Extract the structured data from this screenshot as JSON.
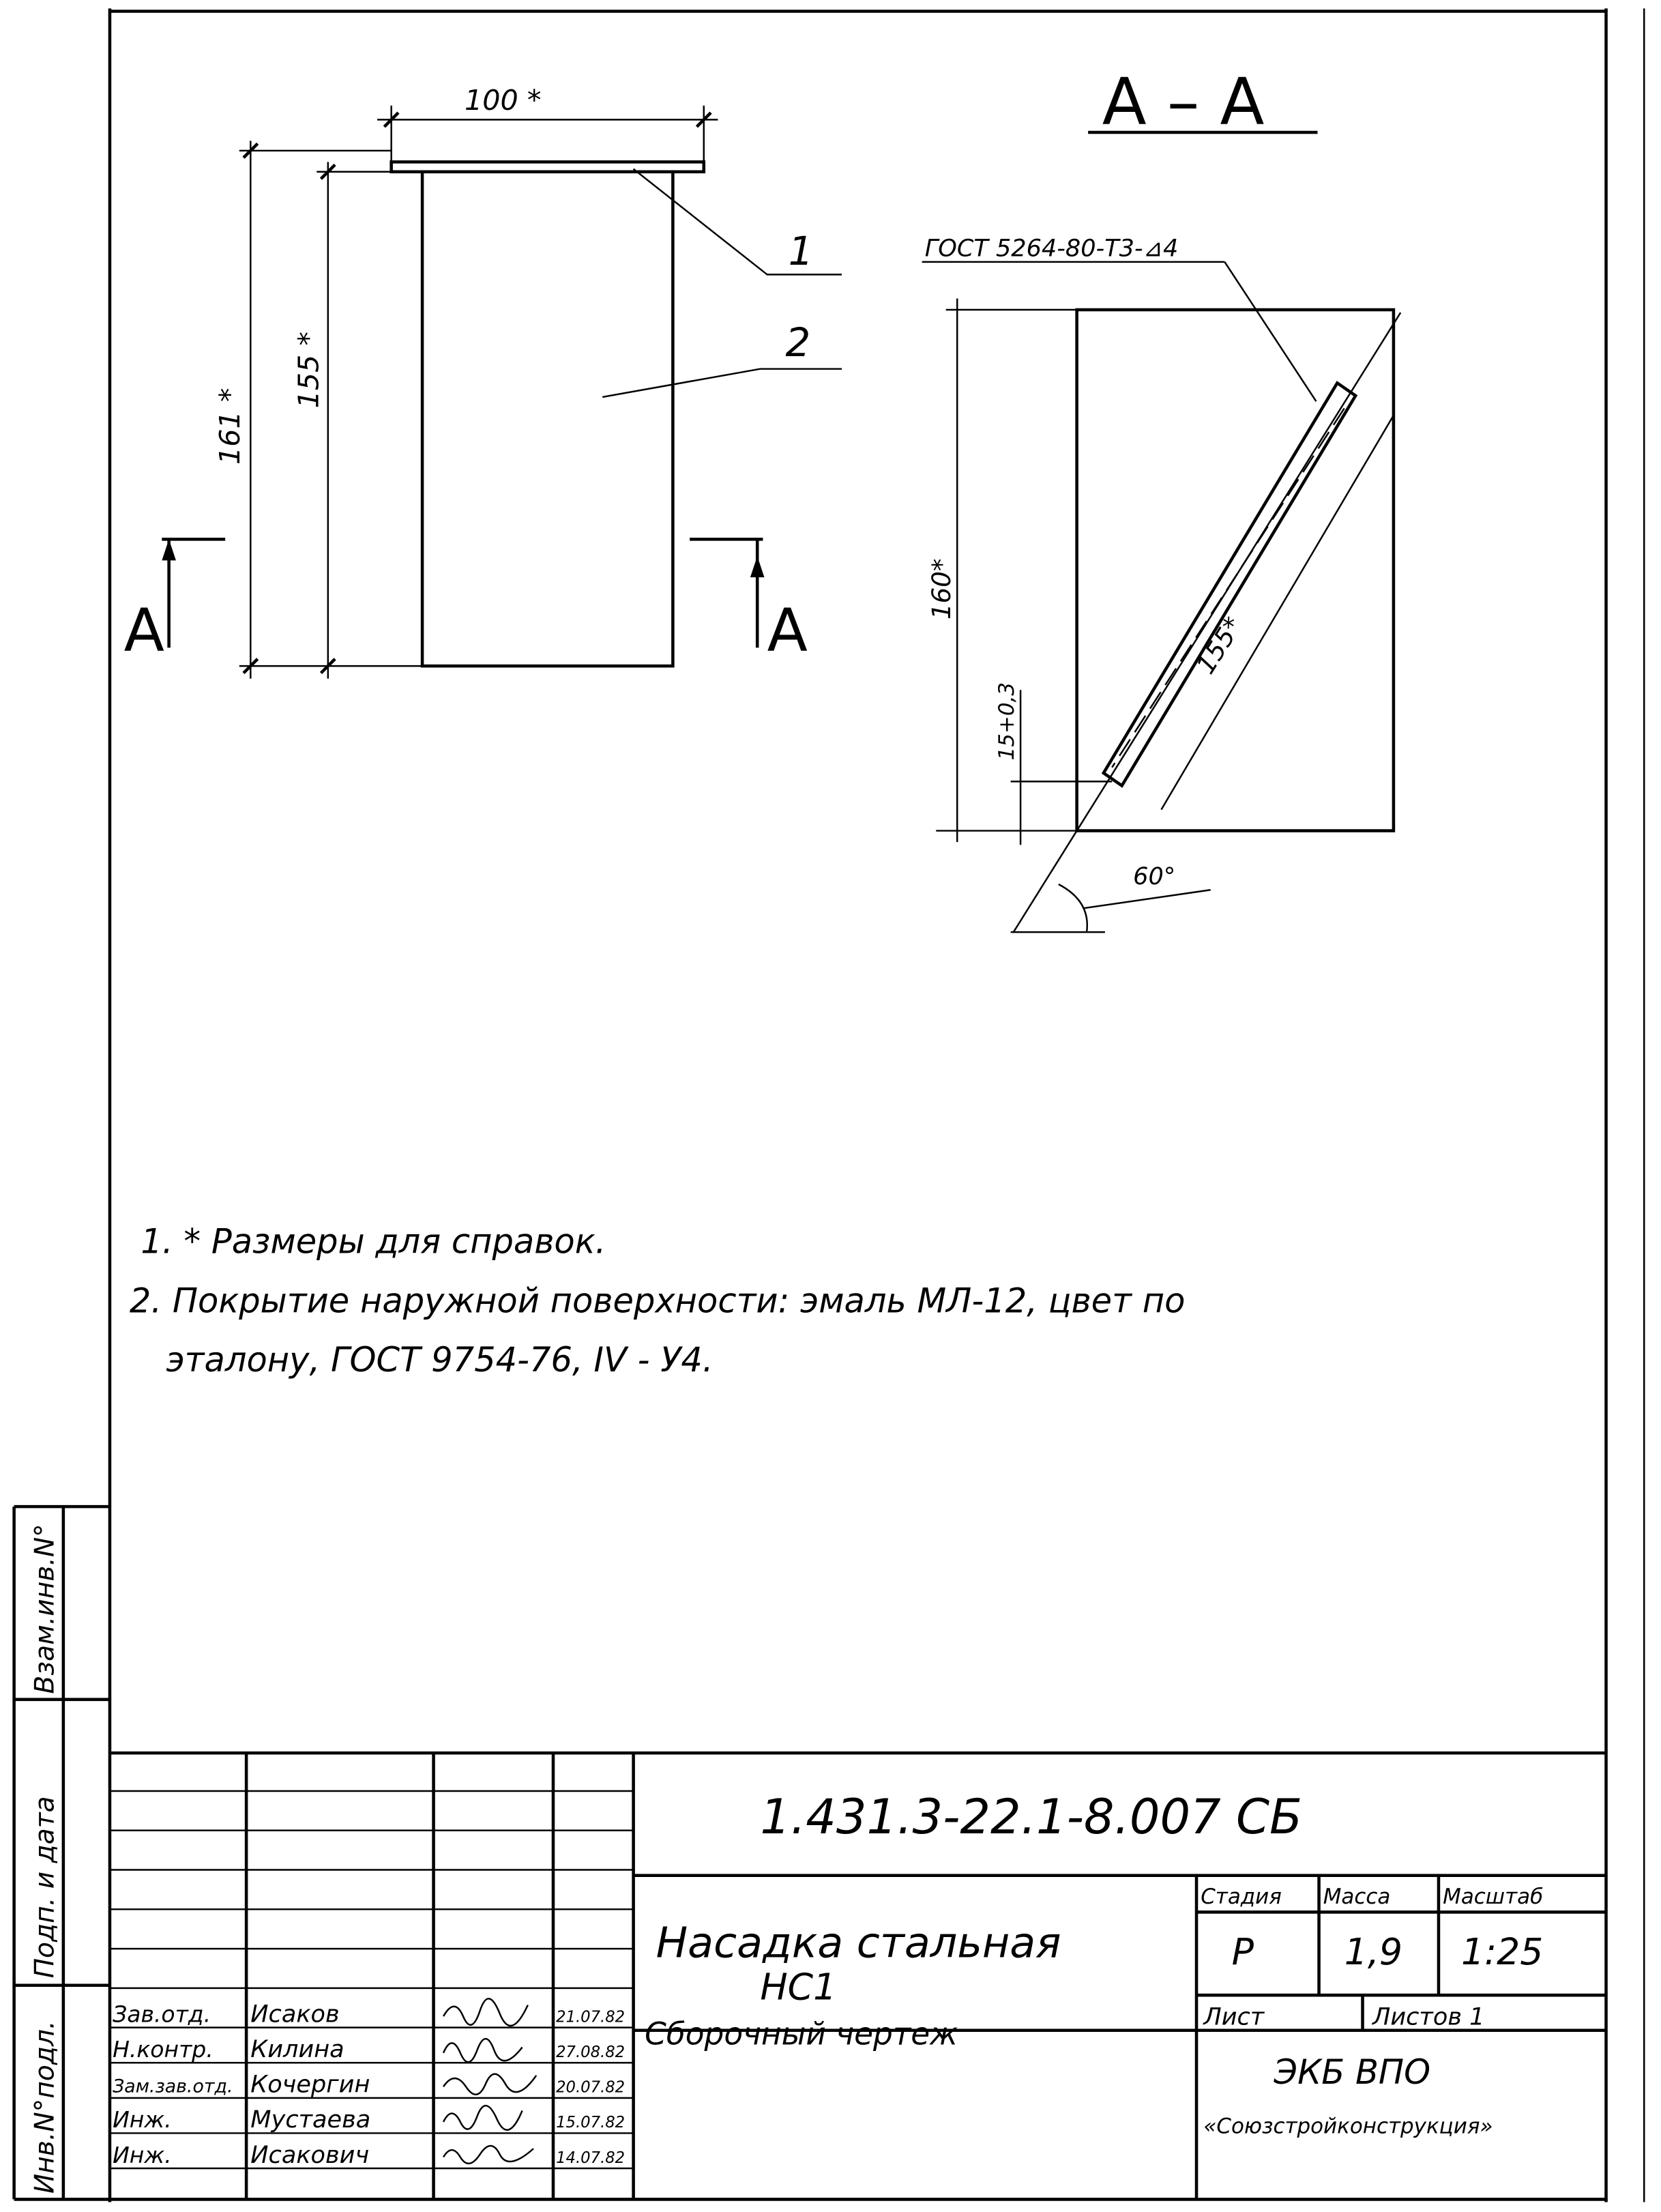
{
  "drawing": {
    "main_view": {
      "dim_width": "100 *",
      "dim_total_height": "161 *",
      "dim_body_height": "155 *",
      "callout_1": "1",
      "callout_2": "2",
      "section_mark_left": "A",
      "section_mark_right": "A"
    },
    "section_view": {
      "title": "А – А",
      "weld_note": "ГОСТ 5264-80-Т3-⊿4",
      "dim_height": "160*",
      "dim_rod": "155*",
      "dim_offset": "15+0,3",
      "angle": "60°"
    }
  },
  "notes": [
    "1. * Размеры для справок.",
    "2. Покрытие наружной поверхности: эмаль МЛ-12, цвет по",
    "эталону, ГОСТ 9754-76, IV - У4."
  ],
  "side_stamp": {
    "replace_inv": "Взам.инв.N°",
    "sign_date": "Подп. и дата",
    "inv_orig": "Инв.N°подл."
  },
  "title_block": {
    "doc_number": "1.431.3-22.1-8.007 СБ",
    "name_line1": "Насадка стальная",
    "name_line2": "НС1",
    "name_line3": "Сборочный чертеж",
    "headers": {
      "stage": "Стадия",
      "mass": "Масса",
      "scale": "Масштаб"
    },
    "values": {
      "stage": "Р",
      "mass": "1,9",
      "scale": "1:25"
    },
    "sheet_label": "Лист",
    "sheets_label": "Листов 1",
    "org_line1": "ЭКБ ВПО",
    "org_line2": "«Союзстройконструкция»",
    "signers": [
      {
        "role": "Зав.отд.",
        "name": "Исаков",
        "date": "21.07.82"
      },
      {
        "role": "Н.контр.",
        "name": "Килина",
        "date": "27.08.82"
      },
      {
        "role": "Зам.зав.отд.",
        "name": "Кочергин",
        "date": "20.07.82"
      },
      {
        "role": "Инж.",
        "name": "Мустаева",
        "date": "15.07.82"
      },
      {
        "role": "Инж.",
        "name": "Исакович",
        "date": "14.07.82"
      }
    ]
  }
}
